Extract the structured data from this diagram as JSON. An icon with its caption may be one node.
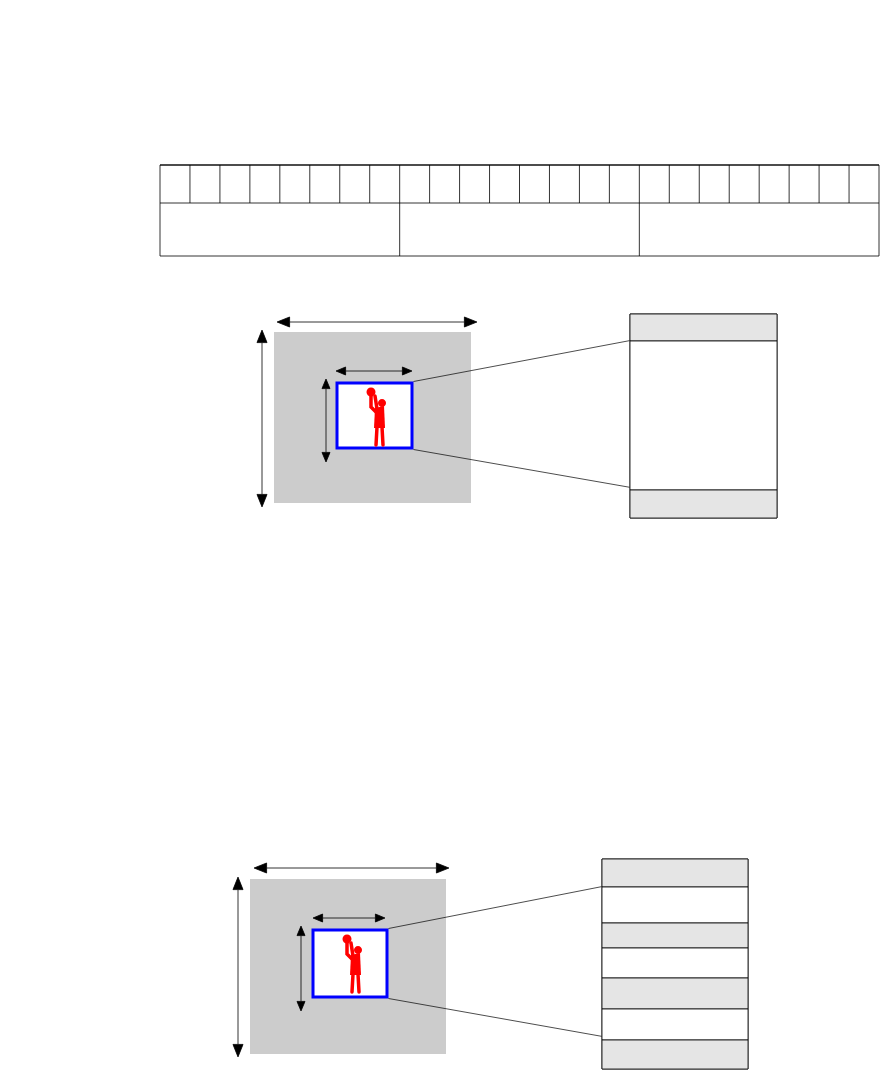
{
  "diagram": {
    "nodes": [
      {
        "text": [],
        "shape": "picture"
      },
      {
        "text": [],
        "shape": "box"
      },
      {
        "text": [],
        "shape": "picture"
      },
      {
        "text": [],
        "shape": "box"
      }
    ],
    "edges": [
      {
        "from": 0,
        "to": 1,
        "arrow": "none"
      },
      {
        "from": 0,
        "to": 1,
        "arrow": "none"
      },
      {
        "from": 2,
        "to": 3,
        "arrow": "none"
      },
      {
        "from": 2,
        "to": 3,
        "arrow": "none"
      }
    ]
  }
}
